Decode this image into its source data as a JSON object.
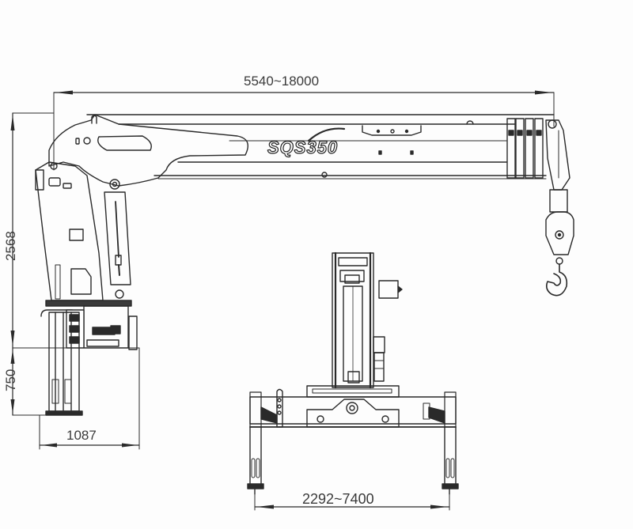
{
  "drawing": {
    "subject": "Truck-mounted telescopic boom crane",
    "logo": "SQS350",
    "views": [
      "side-view",
      "front-view"
    ],
    "line_color": "#2a2a2a",
    "background": "#fdfdfd"
  },
  "dimensions": {
    "boom_reach": "5540~18000",
    "overall_height": "2568",
    "pedestal_height": "750",
    "base_width": "1087",
    "outrigger_span": "2292~7400"
  }
}
